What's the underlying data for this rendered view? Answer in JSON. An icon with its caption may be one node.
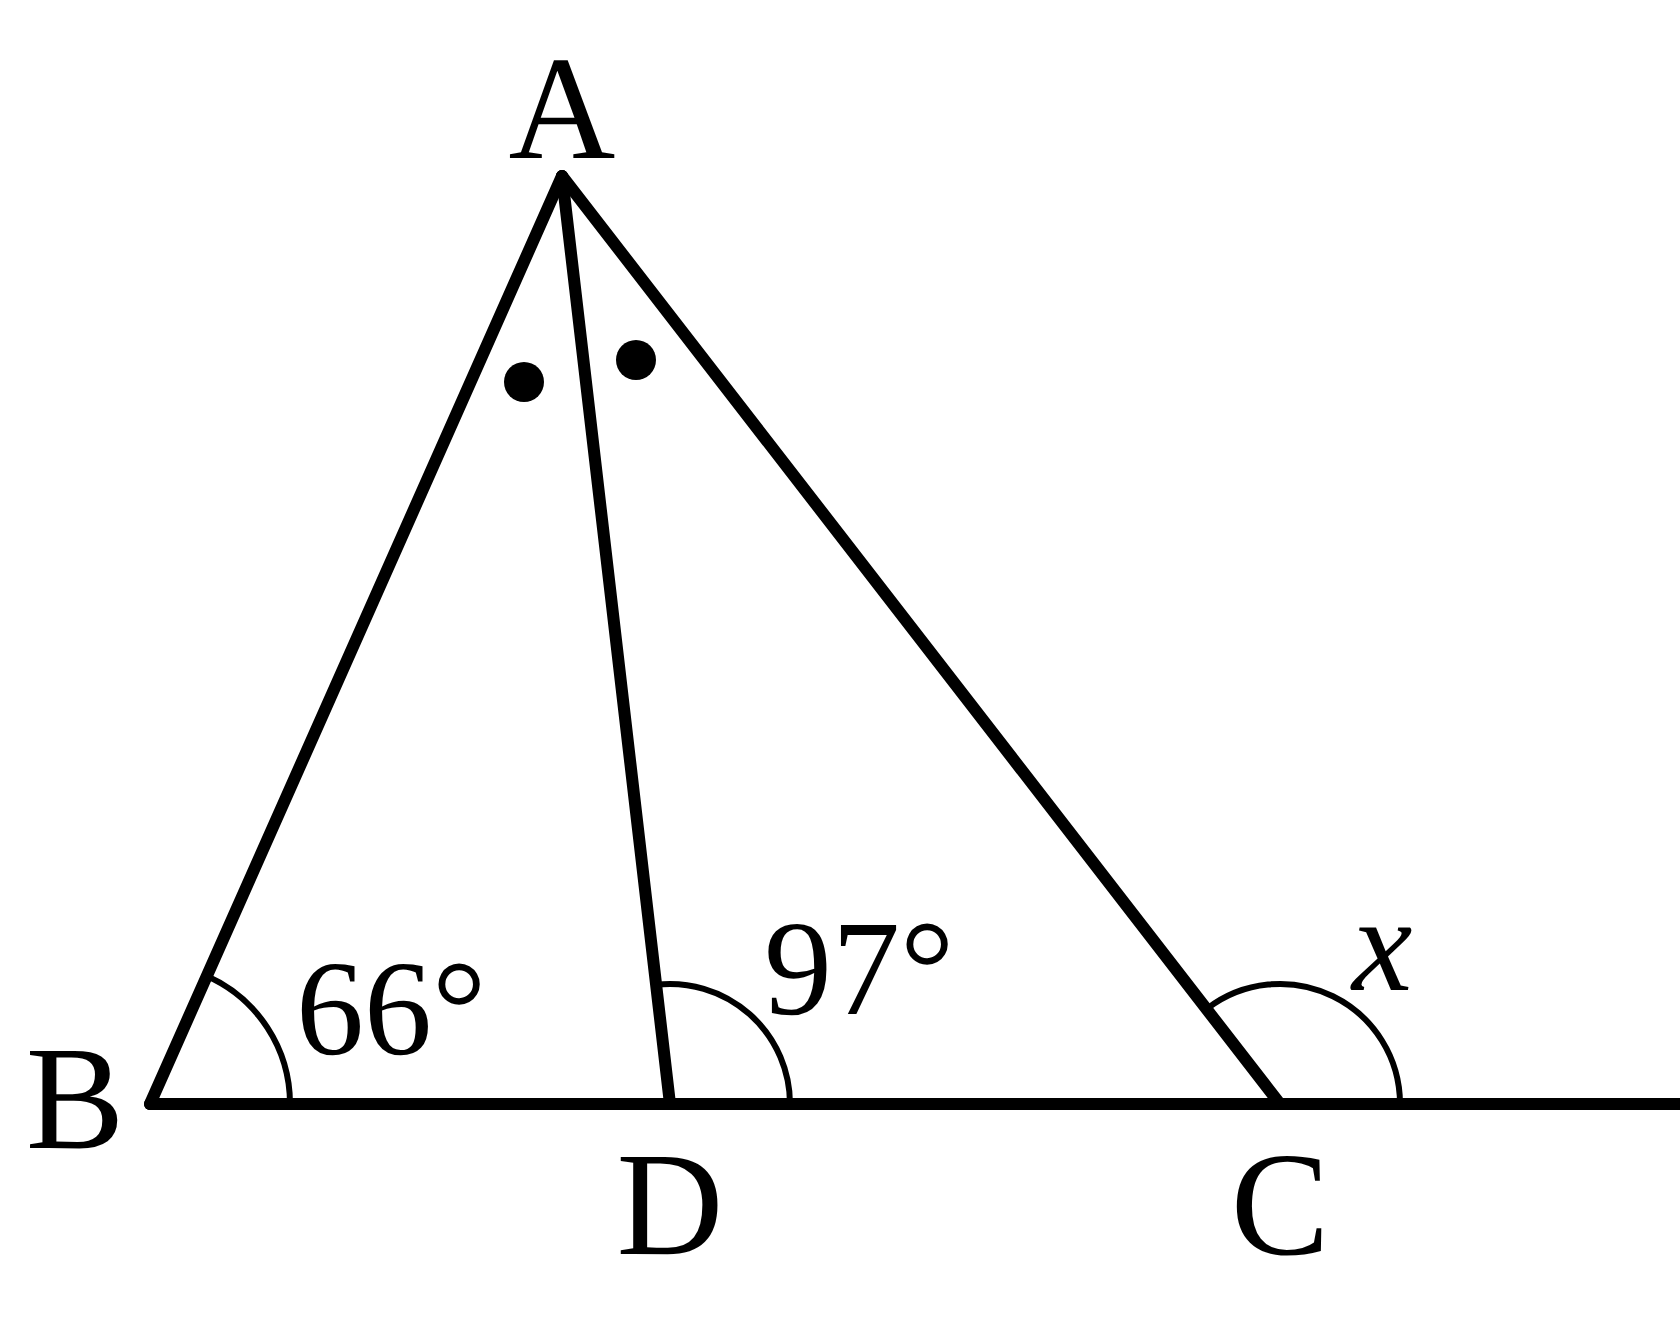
{
  "diagram": {
    "nodes": [
      {
        "text": [
          "A"
        ]
      },
      {
        "text": [
          "B"
        ]
      },
      {
        "text": [
          "D"
        ]
      },
      {
        "text": [
          "C"
        ]
      }
    ],
    "edges": [
      {
        "from": 0,
        "to": 1,
        "arrow": "none"
      },
      {
        "from": 0,
        "to": 2,
        "arrow": "none"
      },
      {
        "from": 0,
        "to": 3,
        "arrow": "none"
      },
      {
        "from": 1,
        "to": 2,
        "arrow": "none"
      },
      {
        "from": 2,
        "to": 3,
        "arrow": "none"
      },
      {
        "from": 3,
        "to": null,
        "arrow": "none"
      }
    ],
    "labels": [
      "66°",
      "97°",
      "x"
    ]
  }
}
